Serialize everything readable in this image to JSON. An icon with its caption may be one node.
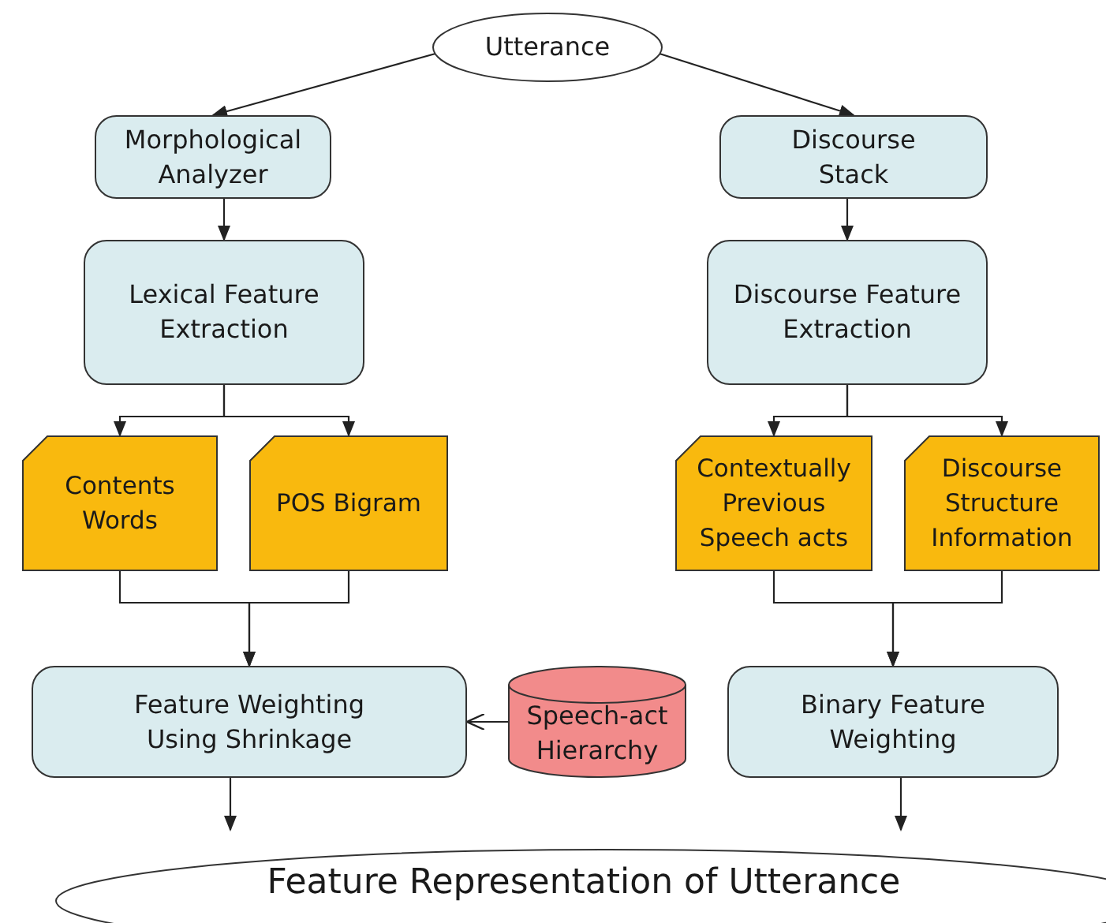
{
  "diagram": {
    "nodes": [
      {
        "text": [
          "Utterance"
        ]
      },
      {
        "text": [
          "Morphological Analyzer"
        ]
      },
      {
        "text": [
          "Discourse Stack"
        ]
      },
      {
        "text": [
          "Lexical Feature Extraction"
        ]
      },
      {
        "text": [
          "Discourse Feature Extraction"
        ]
      },
      {
        "text": [
          "Contents Words"
        ]
      },
      {
        "text": [
          "POS Bigram"
        ]
      },
      {
        "text": [
          "Contextually Previous Speech acts"
        ]
      },
      {
        "text": [
          "Discourse Structure Information"
        ]
      },
      {
        "text": [
          "Feature Weighting Using Shrinkage"
        ]
      },
      {
        "text": [
          "Speech-act Hierarchy"
        ]
      },
      {
        "text": [
          "Binary Feature Weighting"
        ]
      },
      {
        "text": [
          "Feature Representation of Utterance"
        ]
      }
    ],
    "edges": [
      {
        "from": 0,
        "to": 1,
        "arrow": "to"
      },
      {
        "from": 0,
        "to": 2,
        "arrow": "to"
      },
      {
        "from": 1,
        "to": 3,
        "arrow": "to"
      },
      {
        "from": 2,
        "to": 4,
        "arrow": "to"
      },
      {
        "from": 3,
        "to": 5,
        "arrow": "to"
      },
      {
        "from": 3,
        "to": 6,
        "arrow": "to"
      },
      {
        "from": 4,
        "to": 7,
        "arrow": "to"
      },
      {
        "from": 4,
        "to": 8,
        "arrow": "to"
      },
      {
        "from": 5,
        "to": 9,
        "arrow": "to"
      },
      {
        "from": 6,
        "to": 9,
        "arrow": "to"
      },
      {
        "from": 7,
        "to": 11,
        "arrow": "to"
      },
      {
        "from": 8,
        "to": 11,
        "arrow": "to"
      },
      {
        "from": 10,
        "to": 9,
        "arrow": "to"
      },
      {
        "from": 9,
        "to": 12,
        "arrow": "to"
      },
      {
        "from": 11,
        "to": 12,
        "arrow": "to"
      }
    ]
  }
}
